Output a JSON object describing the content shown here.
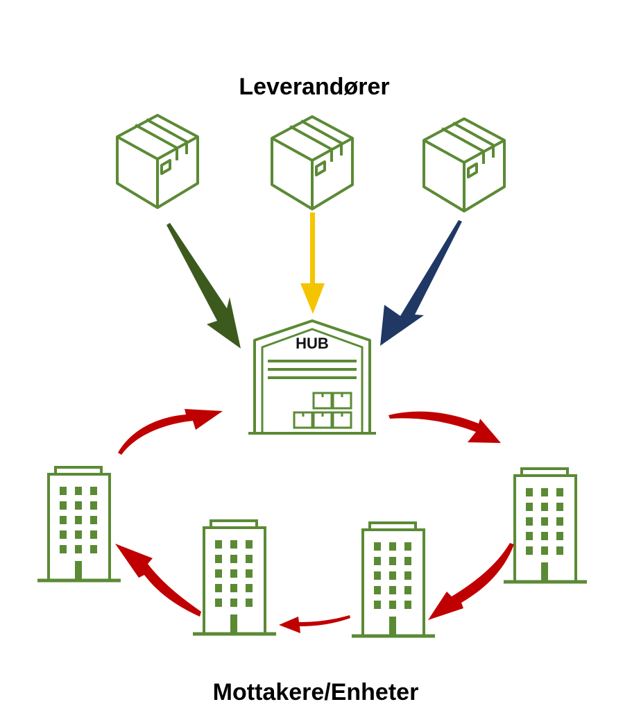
{
  "diagram": {
    "top_title": "Leverandører",
    "bottom_title": "Mottakere/Enheter",
    "hub_label": "HUB"
  },
  "colors": {
    "icon_green": "#5b8a35",
    "arrow_dark_green": "#3d5a1e",
    "arrow_yellow": "#f5c400",
    "arrow_navy": "#1f3864",
    "arrow_red": "#c00000"
  },
  "nodes": {
    "suppliers": [
      "package-icon",
      "package-icon",
      "package-icon"
    ],
    "hub": "warehouse-icon",
    "receivers": [
      "building-icon",
      "building-icon",
      "building-icon",
      "building-icon"
    ]
  }
}
